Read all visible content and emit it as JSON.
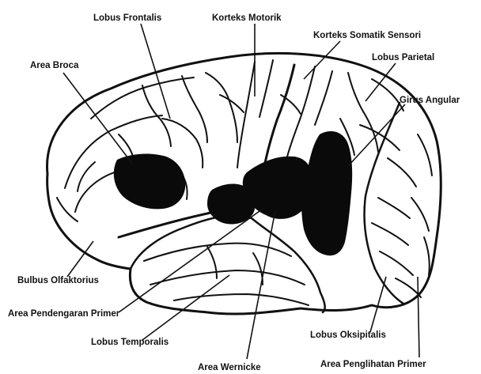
{
  "labels": {
    "lobus_frontalis": "Lobus Frontalis",
    "korteks_motorik": "Korteks Motorik",
    "korteks_somatik_sensori": "Korteks Somatik Sensori",
    "area_broca": "Area Broca",
    "lobus_parietal": "Lobus Parietal",
    "girus_angular": "Girus Angular",
    "bulbus_olfaktorius": "Bulbus Olfaktorius",
    "area_pendengaran_primer": "Area Pendengaran Primer",
    "lobus_temporalis": "Lobus Temporalis",
    "lobus_oksipitalis": "Lobus Oksipitalis",
    "area_wernicke": "Area Wernicke",
    "area_penglihatan_primer": "Area Penglihatan Primer"
  },
  "colors": {
    "ink": "#111111",
    "background": "#ffffff",
    "highlight_region": "#0a0a0a"
  }
}
